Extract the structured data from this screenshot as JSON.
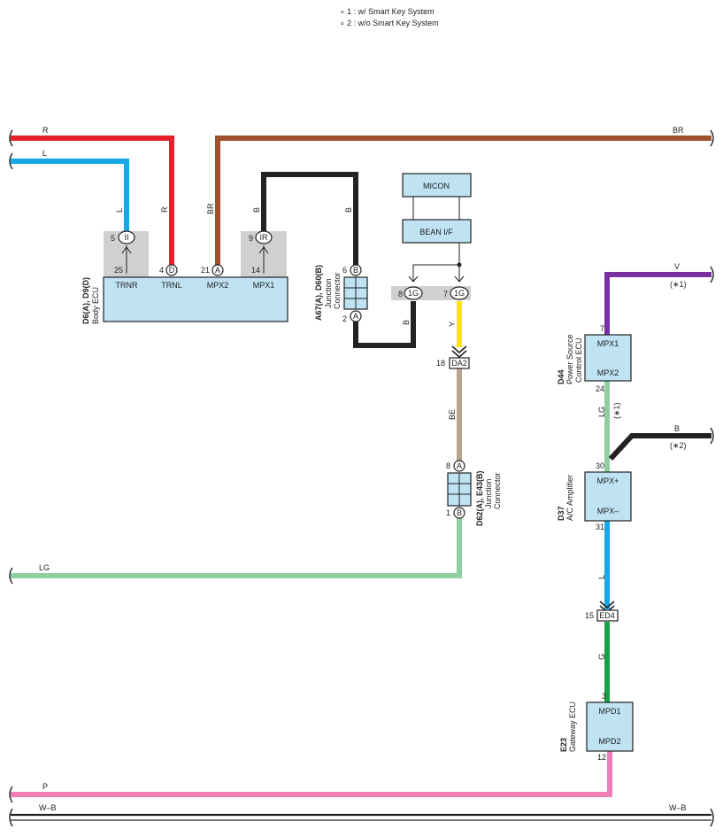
{
  "notes": [
    "∘ 1 : w/ Smart Key System",
    "∘ 2 : w/o Smart Key System"
  ],
  "components": {
    "body_ecu": {
      "code": "D6(A), D9(D)",
      "name": "Body ECU",
      "pins": [
        "TRNR",
        "TRNL",
        "MPX2",
        "MPX1"
      ]
    },
    "jc_a67": {
      "code": "A67(A), D60(B)",
      "name1": "Junction",
      "name2": "Connector"
    },
    "micon": "MICON",
    "bean": "BEAN I/F",
    "jc_d62": {
      "code": "D62(A), E43(B)",
      "name1": "Junction",
      "name2": "Connector"
    },
    "d44": {
      "code": "D44",
      "name1": "Power Source",
      "name2": "Control ECU",
      "pins": [
        "MPX1",
        "MPX2"
      ]
    },
    "d37": {
      "code": "D37",
      "name": "A/C Amplifier",
      "pins": [
        "MPX+",
        "MPX–"
      ]
    },
    "e23": {
      "code": "E23",
      "name": "Gateway ECU",
      "pins": [
        "MPD1",
        "MPD2"
      ]
    }
  },
  "wire_labels": {
    "R": "R",
    "L": "L",
    "BR": "BR",
    "B": "B",
    "Y": "Y",
    "BE": "BE",
    "LG": "LG",
    "V": "V",
    "G": "G",
    "P": "P",
    "WB": "W–B",
    "s1": "(∗1)",
    "s2": "(∗2)"
  },
  "pin_numbers": {
    "p5": "5",
    "p25": "25",
    "p4": "4",
    "p21": "21",
    "p9": "9",
    "p14": "14",
    "p6": "6",
    "p2": "2",
    "p8": "8",
    "p7": "7",
    "p18": "18",
    "p8b": "8",
    "p1": "1",
    "p7v": "7",
    "p24": "24",
    "p30": "30",
    "p31": "31",
    "p15": "15",
    "p3": "3",
    "p12": "12"
  },
  "terminal_letters": {
    "II": "II",
    "IR": "IR",
    "D": "D",
    "A": "A",
    "B": "B",
    "1G": "1G",
    "DA2": "DA2",
    "ED4": "ED4"
  },
  "colors": {
    "R": "#e8202a",
    "L": "#18a8e6",
    "BR": "#a0522d",
    "B": "#222222",
    "Y": "#ffe600",
    "BE": "#b8a48c",
    "LG": "#8ed0a0",
    "V": "#7b2fa0",
    "G": "#18a045",
    "P": "#f07cb8",
    "WB": "#222222"
  }
}
